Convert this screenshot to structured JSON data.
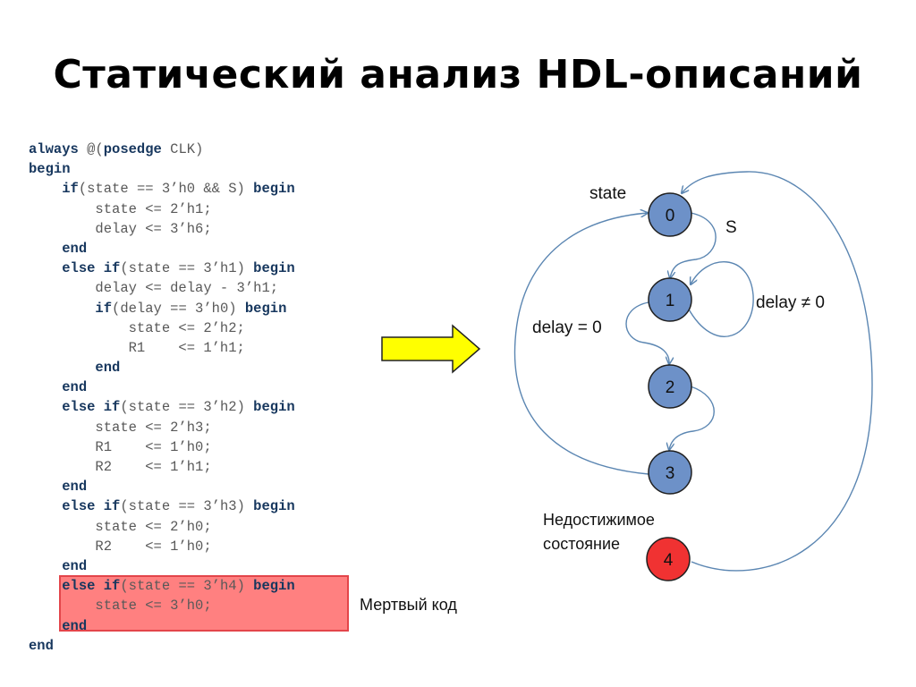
{
  "title": "Статический анализ HDL-описаний",
  "code_lines": [
    [
      {
        "t": "always",
        "k": 1
      },
      {
        "t": " @(",
        "k": 0
      },
      {
        "t": "posedge",
        "k": 1
      },
      {
        "t": " CLK)",
        "k": 0
      }
    ],
    [
      {
        "t": "begin",
        "k": 1
      }
    ],
    [
      {
        "t": "    ",
        "k": 0
      },
      {
        "t": "if",
        "k": 1
      },
      {
        "t": "(state == 3’h0 && S) ",
        "k": 0
      },
      {
        "t": "begin",
        "k": 1
      }
    ],
    [
      {
        "t": "        state <= 2’h1;",
        "k": 0
      }
    ],
    [
      {
        "t": "        delay <= 3’h6;",
        "k": 0
      }
    ],
    [
      {
        "t": "    ",
        "k": 0
      },
      {
        "t": "end",
        "k": 1
      }
    ],
    [
      {
        "t": "    ",
        "k": 0
      },
      {
        "t": "else if",
        "k": 1
      },
      {
        "t": "(state == 3’h1) ",
        "k": 0
      },
      {
        "t": "begin",
        "k": 1
      }
    ],
    [
      {
        "t": "        delay <= delay - 3’h1;",
        "k": 0
      }
    ],
    [
      {
        "t": "        ",
        "k": 0
      },
      {
        "t": "if",
        "k": 1
      },
      {
        "t": "(delay == 3’h0) ",
        "k": 0
      },
      {
        "t": "begin",
        "k": 1
      }
    ],
    [
      {
        "t": "            state <= 2’h2;",
        "k": 0
      }
    ],
    [
      {
        "t": "            R1    <= 1’h1;",
        "k": 0
      }
    ],
    [
      {
        "t": "        ",
        "k": 0
      },
      {
        "t": "end",
        "k": 1
      }
    ],
    [
      {
        "t": "    ",
        "k": 0
      },
      {
        "t": "end",
        "k": 1
      }
    ],
    [
      {
        "t": "    ",
        "k": 0
      },
      {
        "t": "else if",
        "k": 1
      },
      {
        "t": "(state == 3’h2) ",
        "k": 0
      },
      {
        "t": "begin",
        "k": 1
      }
    ],
    [
      {
        "t": "        state <= 2’h3;",
        "k": 0
      }
    ],
    [
      {
        "t": "        R1    <= 1’h0;",
        "k": 0
      }
    ],
    [
      {
        "t": "        R2    <= 1’h1;",
        "k": 0
      }
    ],
    [
      {
        "t": "    ",
        "k": 0
      },
      {
        "t": "end",
        "k": 1
      }
    ],
    [
      {
        "t": "    ",
        "k": 0
      },
      {
        "t": "else if",
        "k": 1
      },
      {
        "t": "(state == 3’h3) ",
        "k": 0
      },
      {
        "t": "begin",
        "k": 1
      }
    ],
    [
      {
        "t": "        state <= 2’h0;",
        "k": 0
      }
    ],
    [
      {
        "t": "        R2    <= 1’h0;",
        "k": 0
      }
    ],
    [
      {
        "t": "    ",
        "k": 0
      },
      {
        "t": "end",
        "k": 1
      }
    ],
    [
      {
        "t": "    ",
        "k": 0
      },
      {
        "t": "else if",
        "k": 1
      },
      {
        "t": "(state == 3’h4) ",
        "k": 0
      },
      {
        "t": "begin",
        "k": 1
      }
    ],
    [
      {
        "t": "        state <= 3’h0;",
        "k": 0
      }
    ],
    [
      {
        "t": "    ",
        "k": 0
      },
      {
        "t": "end",
        "k": 1
      }
    ],
    [
      {
        "t": "end",
        "k": 1
      }
    ]
  ],
  "dead_code_label": "Мертвый код",
  "diagram": {
    "state_label": "state",
    "s_label": "S",
    "delay_ne_label": "delay ≠ 0",
    "delay_eq_label": "delay = 0",
    "unreachable_label_line1": "Недостижимое",
    "unreachable_label_line2": "состояние",
    "nodes": [
      {
        "label": "0"
      },
      {
        "label": "1"
      },
      {
        "label": "2"
      },
      {
        "label": "3"
      },
      {
        "label": "4"
      }
    ]
  },
  "colors": {
    "node_fill": "#6d91c8",
    "node_unreachable_fill": "#f03232",
    "edge": "#5b86b2",
    "arrow_fill": "#ffff00",
    "dead_code_fill": "#ff8080"
  }
}
